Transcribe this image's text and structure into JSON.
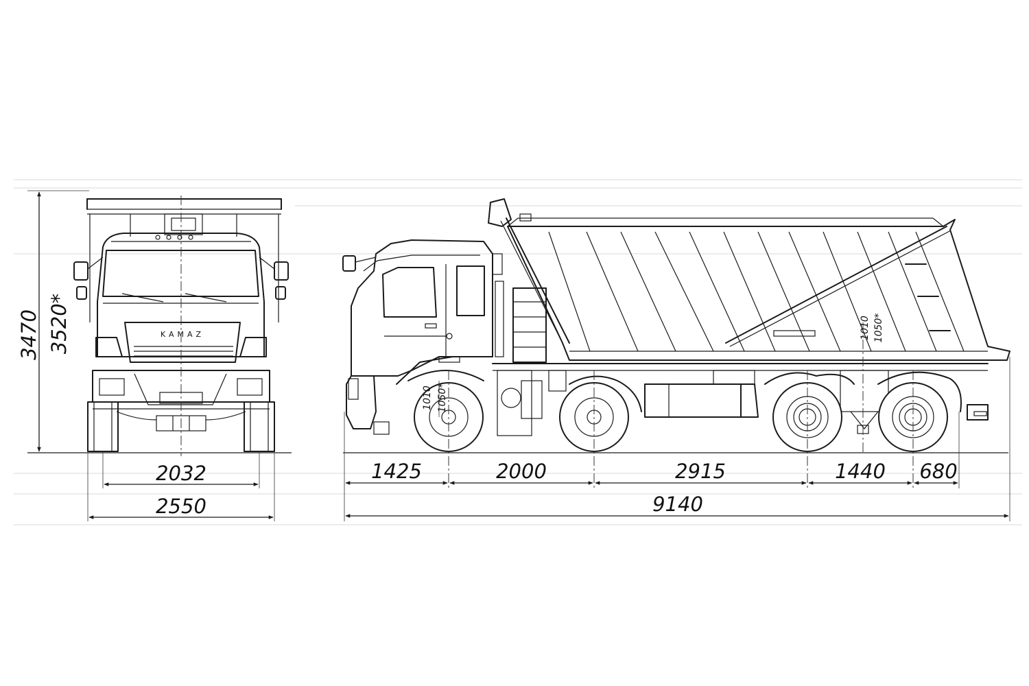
{
  "front_view": {
    "overall_width": "2550",
    "track_width": "2032",
    "height": "3470",
    "height_alt": "3520*",
    "brand_lettering": "KAMAZ"
  },
  "side_view": {
    "front_overhang": "1425",
    "wheelbase_1": "2000",
    "wheelbase_2": "2915",
    "wheelbase_3": "1440",
    "rear_overhang": "680",
    "overall_length": "9140",
    "front_loading_height": "1010",
    "front_loading_height_alt": "1050*",
    "rear_loading_height": "1010",
    "rear_loading_height_alt": "1050*"
  }
}
